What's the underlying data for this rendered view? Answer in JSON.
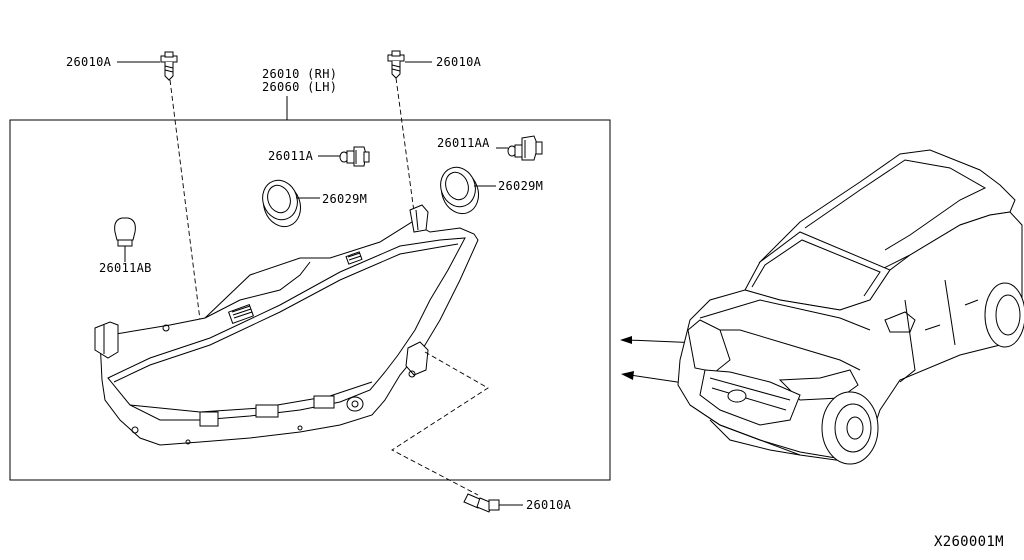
{
  "labels": {
    "bolt_top_left": "26010A",
    "bolt_top_right": "26010A",
    "bolt_bottom": "26010A",
    "headlamp_rh": "26010 (RH)",
    "headlamp_lh": "26060 (LH)",
    "bulb_left": "26011A",
    "bulb_right": "26011AA",
    "cap_left": "26029M",
    "cap_right": "26029M",
    "side_bulb": "26011AB",
    "diagram_code": "X260001M"
  }
}
